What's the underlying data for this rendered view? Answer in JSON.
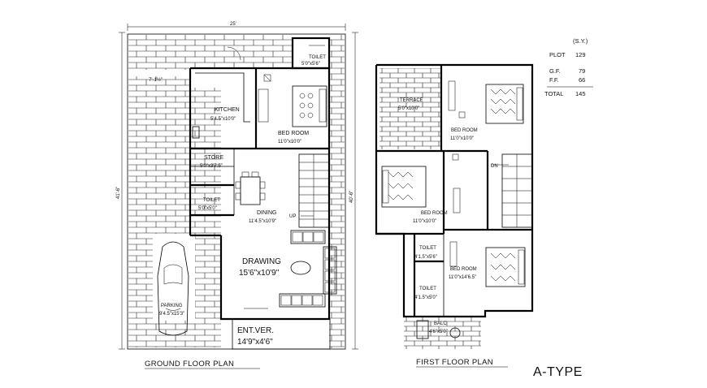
{
  "overall_width_dim": "25'",
  "left_height_dim": "41'-6\"",
  "inner_height_dim": "40'-6\"",
  "side_dim": "7'-1½\"",
  "ground_floor": {
    "rooms": [
      {
        "key": "toilet_top",
        "name": "TOILET",
        "size": "5'0\"x5'6\""
      },
      {
        "key": "kitchen",
        "name": "KITCHEN",
        "size": "5'4.5\"x10'0\""
      },
      {
        "key": "bedroom",
        "name": "BED ROOM",
        "size": "11'0\"x10'0\""
      },
      {
        "key": "store",
        "name": "STORE",
        "size": "5'0\"x3'7.5\""
      },
      {
        "key": "toilet",
        "name": "TOILET",
        "size": "5'0\"x5'0\""
      },
      {
        "key": "dining",
        "name": "DINING",
        "size": "11'4.5\"x10'9\""
      },
      {
        "key": "drawing",
        "name": "DRAWING",
        "size": "15'6\"x10'9\""
      },
      {
        "key": "parking",
        "name": "PARKING",
        "size": "9'4.5\"x15'3\""
      },
      {
        "key": "ent",
        "name": "ENT.VER.",
        "size": "14'9\"x4'6\""
      }
    ],
    "up_label": "UP",
    "caption": "GROUND FLOOR PLAN"
  },
  "first_floor": {
    "rooms": [
      {
        "key": "terrace",
        "name": "TERRACE",
        "size": "5'0\"x10'0\""
      },
      {
        "key": "bedroom1",
        "name": "BED ROOM",
        "size": "11'0\"x10'0\""
      },
      {
        "key": "bedroom2",
        "name": "BED ROOM",
        "size": "11'0\"x10'0\""
      },
      {
        "key": "toilet1",
        "name": "TOILET",
        "size": "4'1.5\"x5'6\""
      },
      {
        "key": "bedroom3",
        "name": "BED ROOM",
        "size": "11'0\"x14'6.5\""
      },
      {
        "key": "toilet2",
        "name": "TOILET",
        "size": "4'1.5\"x5'0\""
      },
      {
        "key": "balc",
        "name": "BALC",
        "size": "4'6\"x5'0\""
      }
    ],
    "dn_label": "DN",
    "caption": "FIRST FLOOR PLAN"
  },
  "area_table": {
    "unit": "(S.Y.)",
    "rows": [
      {
        "label": "PLOT",
        "value": "129"
      },
      {
        "label": "G.F.",
        "value": "79"
      },
      {
        "label": "F.F.",
        "value": "66"
      },
      {
        "label": "TOTAL",
        "value": "145"
      }
    ]
  },
  "type_label": "A-TYPE"
}
